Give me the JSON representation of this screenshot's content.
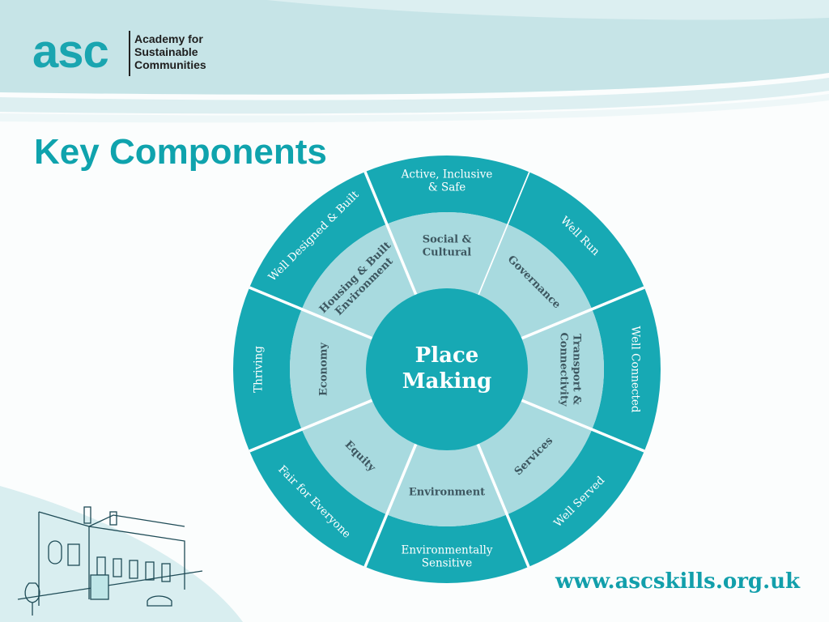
{
  "logo": {
    "mark": "asc",
    "name_lines": [
      "Academy for",
      "Sustainable",
      "Communities"
    ]
  },
  "title": "Key Components",
  "diagram": {
    "center_lines": [
      "Place",
      "Making"
    ],
    "components": [
      {
        "outer": [
          "Well Run"
        ],
        "inner": [
          "Governance"
        ]
      },
      {
        "outer": [
          "Well Connected"
        ],
        "inner": [
          "Transport &",
          "Connectivity"
        ]
      },
      {
        "outer": [
          "Well Served"
        ],
        "inner": [
          "Services"
        ]
      },
      {
        "outer": [
          "Environmentally",
          "Sensitive"
        ],
        "inner": [
          "Environment"
        ]
      },
      {
        "outer": [
          "Fair for Everyone"
        ],
        "inner": [
          "Equity"
        ]
      },
      {
        "outer": [
          "Thriving"
        ],
        "inner": [
          "Economy"
        ]
      },
      {
        "outer": [
          "Well Designed & Built"
        ],
        "inner": [
          "Housing & Built",
          "Environment"
        ]
      },
      {
        "outer": [
          "Active, Inclusive",
          "& Safe"
        ],
        "inner": [
          "Social &",
          "Cultural"
        ]
      }
    ]
  },
  "footer_url": "www.ascskills.org.uk",
  "colors": {
    "outer_ring": "#17a9b4",
    "inner_ring": "#a8dadf",
    "center": "#17a9b4",
    "divider": "#ffffff",
    "title": "#0fa3ad",
    "inner_text": "#3d5760",
    "outer_text": "#ffffff"
  }
}
